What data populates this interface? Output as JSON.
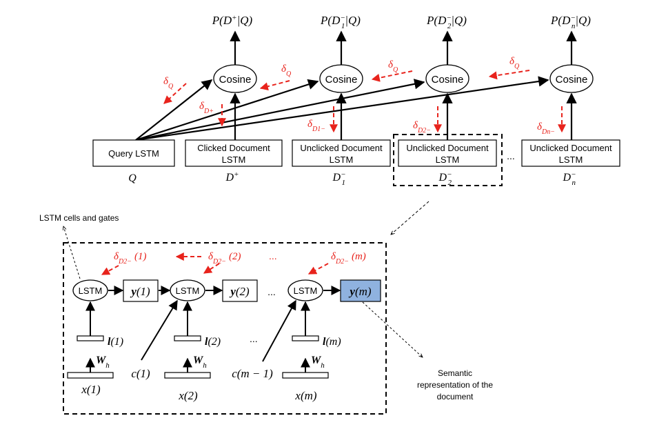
{
  "top": {
    "outputs": [
      {
        "prefix": "P(D",
        "sup": "+",
        "sub": "",
        "suffix": "|Q)"
      },
      {
        "prefix": "P(D",
        "sup": "−",
        "sub": "1",
        "suffix": "|Q)"
      },
      {
        "prefix": "P(D",
        "sup": "−",
        "sub": "2",
        "suffix": "|Q)"
      },
      {
        "prefix": "P(D",
        "sup": "−",
        "sub": "n",
        "suffix": "|Q)"
      }
    ],
    "cosine_label": "Cosine",
    "query_box": "Query LSTM",
    "query_symbol": "Q",
    "doc_boxes": [
      {
        "line1": "Clicked Document",
        "line2": "LSTM",
        "sym": "D",
        "sup": "+",
        "sub": ""
      },
      {
        "line1": "Unclicked Document",
        "line2": "LSTM",
        "sym": "D",
        "sup": "−",
        "sub": "1"
      },
      {
        "line1": "Unclicked Document",
        "line2": "LSTM",
        "sym": "D",
        "sup": "−",
        "sub": "2"
      },
      {
        "line1": "Unclicked Document",
        "line2": "LSTM",
        "sym": "D",
        "sup": "−",
        "sub": "n"
      }
    ],
    "ellipsis": "...",
    "delta_symbol": "δ",
    "delta_q_sub": "Q",
    "delta_doc_subs": [
      {
        "base": "D",
        "sup": "+",
        "sub": ""
      },
      {
        "base": "D",
        "sup": "−",
        "sub": "1"
      },
      {
        "base": "D",
        "sup": "−",
        "sub": "2"
      },
      {
        "base": "D",
        "sup": "−",
        "sub": "n"
      }
    ]
  },
  "bottom": {
    "callout_cells": "LSTM cells and gates",
    "lstm_label": "LSTM",
    "outputs": [
      "y",
      "y",
      "y"
    ],
    "output_args": [
      "(1)",
      "(2)",
      "(m)"
    ],
    "deltas": [
      "(1)",
      "(2)",
      "(m)"
    ],
    "delta_base": "D",
    "delta_sup": "−",
    "delta_sub": "2",
    "ellipsis": "...",
    "l_labels": [
      "(1)",
      "(2)",
      "(m)"
    ],
    "l_base": "l",
    "w_label": "W",
    "w_sub": "h",
    "c_labels": [
      "c(1)",
      "c(m − 1)"
    ],
    "x_labels": [
      "x(1)",
      "x(2)",
      "x(m)"
    ],
    "semantic_note": [
      "Semantic",
      "representation of the",
      "document"
    ]
  },
  "colors": {
    "delta_red": "#e8231c",
    "highlight_output": "#8fb2df",
    "stroke": "#000000"
  }
}
